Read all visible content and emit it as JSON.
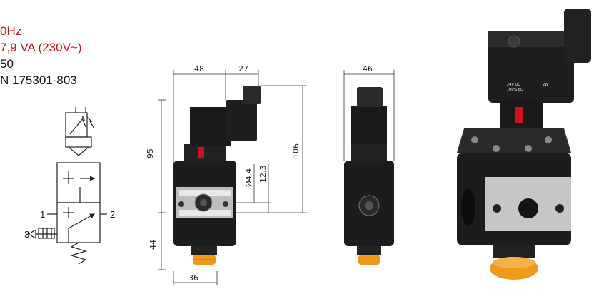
{
  "specs": {
    "frequency": "0Hz",
    "power": "7,9 VA (230V~)",
    "line3": "50",
    "part_number": "N 175301-803"
  },
  "symbol": {
    "port_1": "1",
    "port_2": "2",
    "port_3": "3"
  },
  "dimensions": {
    "width_48": "48",
    "width_27": "27",
    "width_46": "46",
    "height_95": "95",
    "height_106": "106",
    "height_44": "44",
    "diameter": "Ø4.4",
    "offset_12_3": "12.3",
    "width_36": "36"
  },
  "coil_label": {
    "voltage": "24V DC",
    "duty": "100% ED",
    "watt": "2W"
  },
  "colors": {
    "spec_red": "#c0141c",
    "body_black": "#1a1a1a",
    "actuator_orange": "#f09a1c",
    "indicator_red": "#d01020"
  }
}
